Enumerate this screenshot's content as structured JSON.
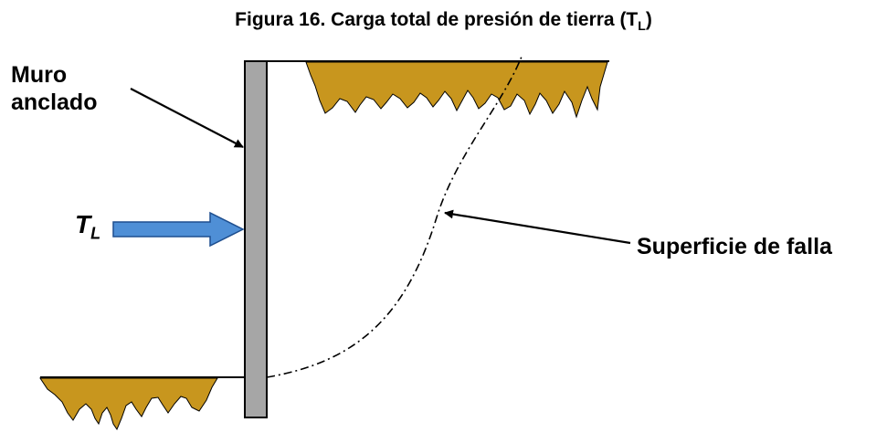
{
  "figure": {
    "caption_prefix": "Figura 16. Carga total de presión de tierra (T",
    "caption_subscript": "L",
    "caption_suffix": ")"
  },
  "labels": {
    "wall_line1": "Muro",
    "wall_line2": "anclado",
    "force_symbol": "T",
    "force_subscript": "L",
    "failure_surface": "Superficie de falla"
  },
  "colors": {
    "soil": "#c8961e",
    "wall": "#a6a6a6",
    "arrow": "#4f8fd6",
    "line": "#000000"
  }
}
